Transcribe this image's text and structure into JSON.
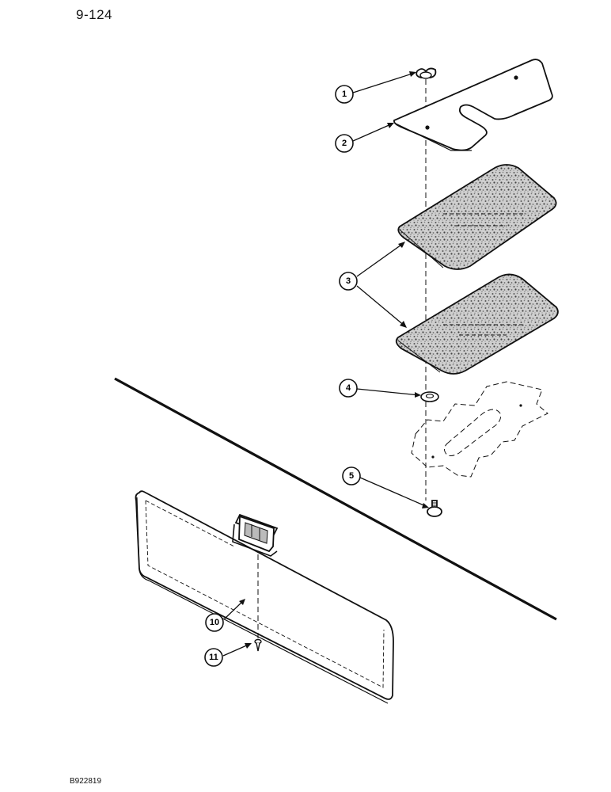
{
  "page": {
    "number": "9-124",
    "reference_code": "B922819"
  },
  "callouts": [
    {
      "label": "1"
    },
    {
      "label": "2"
    },
    {
      "label": "3"
    },
    {
      "label": "4"
    },
    {
      "label": "5"
    },
    {
      "label": "10"
    },
    {
      "label": "11"
    }
  ]
}
